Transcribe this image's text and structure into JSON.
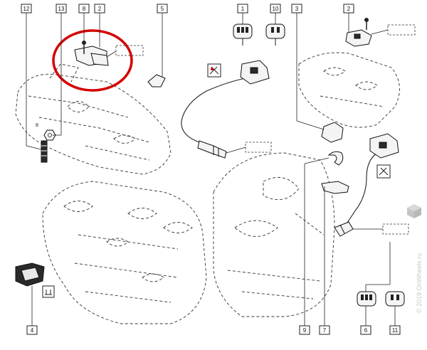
{
  "callouts": {
    "c12": "12",
    "c13": "13",
    "c8": "8",
    "c2a": "2",
    "c5": "5",
    "c1a": "1",
    "c10": "10",
    "c3": "3",
    "c2b": "2",
    "c4": "4",
    "c9": "9",
    "c7": "7",
    "c6": "6",
    "c11": "11"
  },
  "watermark": "© 2019 OnWheels.ru",
  "colors": {
    "highlight": "#d40000",
    "ink": "#111111",
    "watermark": "#c8c8c8"
  }
}
